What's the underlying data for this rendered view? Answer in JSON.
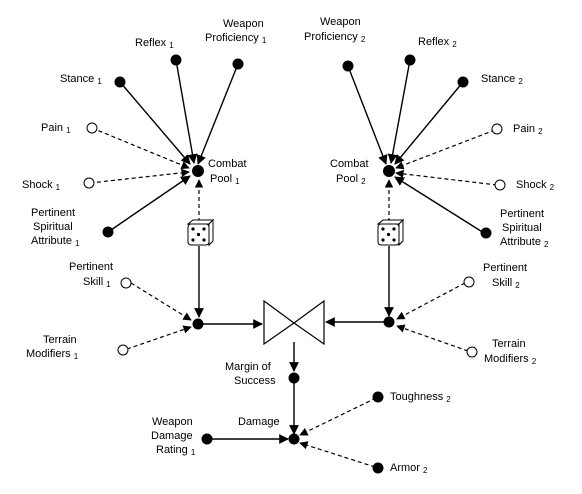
{
  "diagram": {
    "labels": {
      "reflex_1": {
        "main": "Reflex",
        "sub": "1"
      },
      "weapon_prof_1_line1": "Weapon",
      "weapon_prof_1_line2": {
        "main": "Proficiency",
        "sub": "1"
      },
      "stance_1": {
        "main": "Stance",
        "sub": "1"
      },
      "pain_1": {
        "main": "Pain",
        "sub": "1"
      },
      "shock_1": {
        "main": "Shock",
        "sub": "1"
      },
      "combat_pool_1_line1": "Combat",
      "combat_pool_1_line2": {
        "main": "Pool",
        "sub": "1"
      },
      "spiritual_1_line1": "Pertinent",
      "spiritual_1_line2": "Spiritual",
      "spiritual_1_line3": {
        "main": "Attribute",
        "sub": "1"
      },
      "skill_1_line1": "Pertinent",
      "skill_1_line2": {
        "main": "Skill",
        "sub": "1"
      },
      "terrain_1_line1": "Terrain",
      "terrain_1_line2": {
        "main": "Modifiers",
        "sub": "1"
      },
      "weapon_prof_2_line1": "Weapon",
      "weapon_prof_2_line2": {
        "main": "Proficiency",
        "sub": "2"
      },
      "reflex_2": {
        "main": "Reflex",
        "sub": "2"
      },
      "stance_2": {
        "main": "Stance",
        "sub": "2"
      },
      "pain_2": {
        "main": "Pain",
        "sub": "2"
      },
      "shock_2": {
        "main": "Shock",
        "sub": "2"
      },
      "combat_pool_2_line1": "Combat",
      "combat_pool_2_line2": {
        "main": "Pool",
        "sub": "2"
      },
      "spiritual_2_line1": "Pertinent",
      "spiritual_2_line2": "Spiritual",
      "spiritual_2_line3": {
        "main": "Attribute",
        "sub": "2"
      },
      "skill_2_line1": "Pertinent",
      "skill_2_line2": {
        "main": "Skill",
        "sub": "2"
      },
      "terrain_2_line1": "Terrain",
      "terrain_2_line2": {
        "main": "Modifiers",
        "sub": "2"
      },
      "margin_line1": "Margin of",
      "margin_line2": "Success",
      "damage": "Damage",
      "weapon_dmg_line1": "Weapon",
      "weapon_dmg_line2": "Damage",
      "weapon_dmg_line3": {
        "main": "Rating",
        "sub": "1"
      },
      "toughness_2": {
        "main": "Toughness",
        "sub": "2"
      },
      "armor_2": {
        "main": "Armor",
        "sub": "2"
      }
    }
  }
}
